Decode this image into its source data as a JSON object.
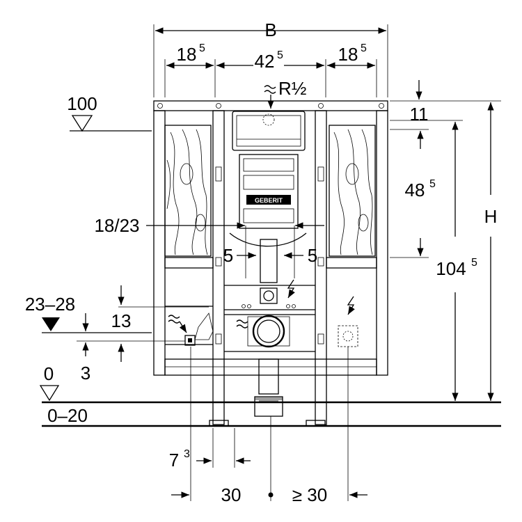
{
  "labels": {
    "width": "B",
    "height": "H",
    "frame_side_left": "18",
    "frame_side_left_sup": "5",
    "frame_center": "42",
    "frame_center_sup": "5",
    "frame_side_right": "18",
    "frame_side_right_sup": "5",
    "water_connection": "R½",
    "finished_wall_level": "100",
    "top_offset": "11",
    "flush_box_height": "48",
    "flush_box_height_sup": "5",
    "total_height": "104",
    "total_height_sup": "5",
    "drain_bracket": "18/23",
    "gap_left": "5",
    "gap_right": "5",
    "drain_height_range": "23–28",
    "drain_offset": "13",
    "drain_low": "3",
    "floor_level": "0",
    "floor_range": "0–20",
    "foot_offset": "7",
    "foot_offset_sup": "3",
    "axis_left": "30",
    "axis_right": "≥ 30"
  },
  "icons": [
    "water-supply-icon",
    "electric-supply-icon",
    "brand-logo"
  ],
  "brand_text": "GEBERIT"
}
